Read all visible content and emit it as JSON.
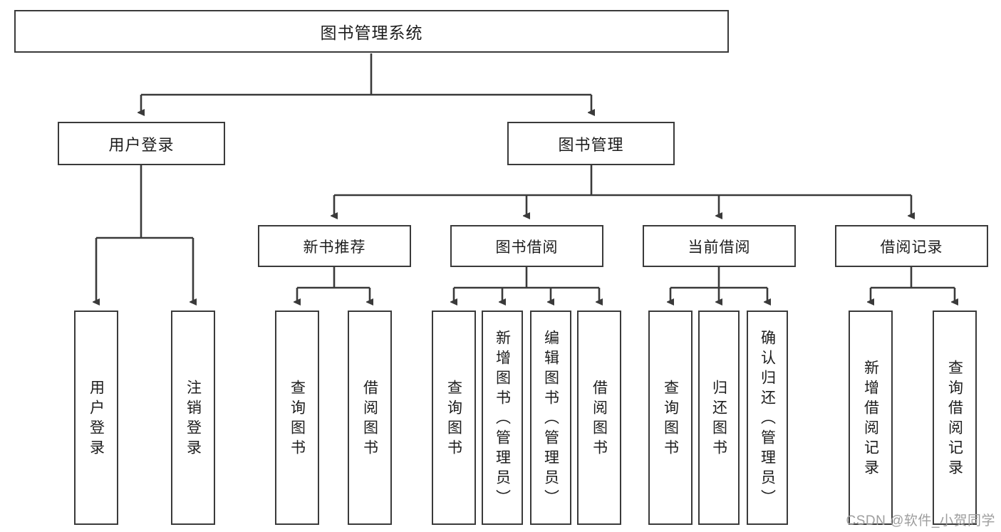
{
  "diagram": {
    "title": "图书管理系统",
    "type": "tree-hierarchy-diagram",
    "root": {
      "label": "图书管理系统"
    },
    "level2": [
      {
        "label": "用户登录"
      },
      {
        "label": "图书管理"
      }
    ],
    "level3": [
      {
        "label": "新书推荐"
      },
      {
        "label": "图书借阅"
      },
      {
        "label": "当前借阅"
      },
      {
        "label": "借阅记录"
      }
    ],
    "leaves": {
      "user_login": [
        {
          "label": "用户登录"
        },
        {
          "label": "注销登录"
        }
      ],
      "new_book_recommend": [
        {
          "label": "查询图书"
        },
        {
          "label": "借阅图书"
        }
      ],
      "book_borrow": [
        {
          "label": "查询图书"
        },
        {
          "label": "新增图书（管理员）"
        },
        {
          "label": "编辑图书（管理员）"
        },
        {
          "label": "借阅图书"
        }
      ],
      "current_borrow": [
        {
          "label": "查询图书"
        },
        {
          "label": "归还图书"
        },
        {
          "label": "确认归还（管理员）"
        }
      ],
      "borrow_record": [
        {
          "label": "新增借阅记录"
        },
        {
          "label": "查询借阅记录"
        }
      ]
    }
  },
  "watermark": {
    "text": "CSDN @软件_小贺同学"
  },
  "colors": {
    "box_border": "#3a3a3a",
    "box_fill": "#ffffff",
    "edge": "#3a3a3a",
    "text": "#1d1d1d",
    "watermark": "#9d9d9d",
    "background": "#ffffff"
  }
}
